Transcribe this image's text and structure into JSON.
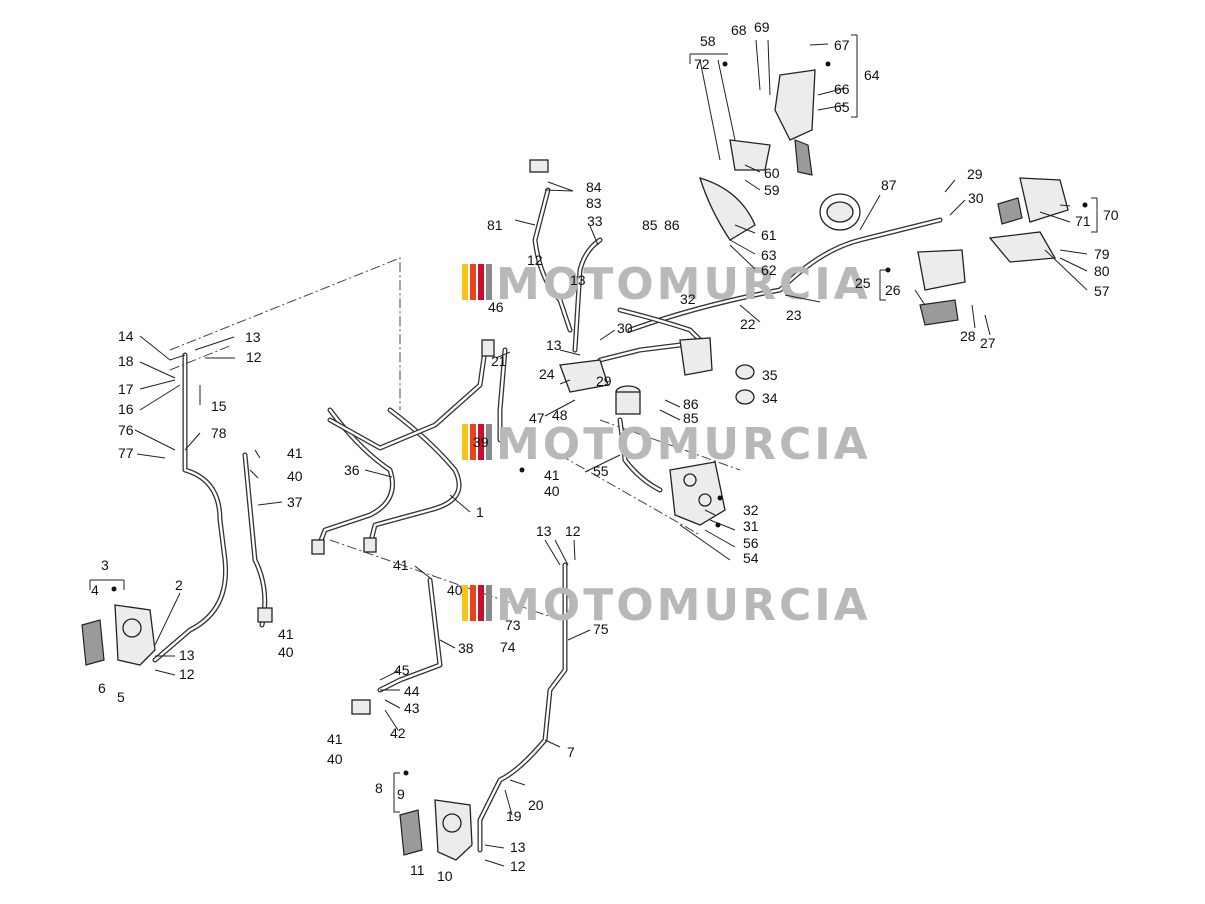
{
  "watermark": {
    "text": "MOTOMURCIA",
    "stripe_colors": [
      "#f5c518",
      "#e8431a",
      "#c8102e",
      "#8b8b8b"
    ]
  },
  "labels": {
    "l1": "1",
    "l2": "2",
    "l3": "3",
    "l4": "4",
    "l5": "5",
    "l6": "6",
    "l7": "7",
    "l8": "8",
    "l9": "9",
    "l10": "10",
    "l11": "11",
    "l12a": "12",
    "l12b": "12",
    "l12c": "12",
    "l12d": "12",
    "l12e": "12",
    "l13a": "13",
    "l13b": "13",
    "l13c": "13",
    "l13d": "13",
    "l13e": "13",
    "l13f": "13",
    "l14": "14",
    "l15": "15",
    "l16": "16",
    "l17": "17",
    "l18": "18",
    "l19": "19",
    "l20": "20",
    "l21": "21",
    "l22": "22",
    "l23": "23",
    "l24": "24",
    "l25": "25",
    "l26": "26",
    "l27": "27",
    "l28": "28",
    "l29a": "29",
    "l29b": "29",
    "l30a": "30",
    "l30b": "30",
    "l31": "31",
    "l32a": "32",
    "l32b": "32",
    "l33": "33",
    "l34": "34",
    "l35": "35",
    "l36": "36",
    "l37": "37",
    "l38": "38",
    "l39": "39",
    "l40a": "40",
    "l40b": "40",
    "l40c": "40",
    "l40d": "40",
    "l40e": "40",
    "l41a": "41",
    "l41b": "41",
    "l41c": "41",
    "l41d": "41",
    "l41e": "41",
    "l42": "42",
    "l43": "43",
    "l44": "44",
    "l45": "45",
    "l46": "46",
    "l47": "47",
    "l48": "48",
    "l54": "54",
    "l55": "55",
    "l56": "56",
    "l57": "57",
    "l58": "58",
    "l59": "59",
    "l60": "60",
    "l61": "61",
    "l62": "62",
    "l63": "63",
    "l64": "64",
    "l65": "65",
    "l66": "66",
    "l67": "67",
    "l68": "68",
    "l69": "69",
    "l70": "70",
    "l71": "71",
    "l72": "72",
    "l73": "73",
    "l74": "74",
    "l75": "75",
    "l76": "76",
    "l77": "77",
    "l78": "78",
    "l79": "79",
    "l80": "80",
    "l81": "81",
    "l83": "83",
    "l84": "84",
    "l85a": "85",
    "l85b": "85",
    "l86a": "86",
    "l86b": "86",
    "l87": "87"
  }
}
